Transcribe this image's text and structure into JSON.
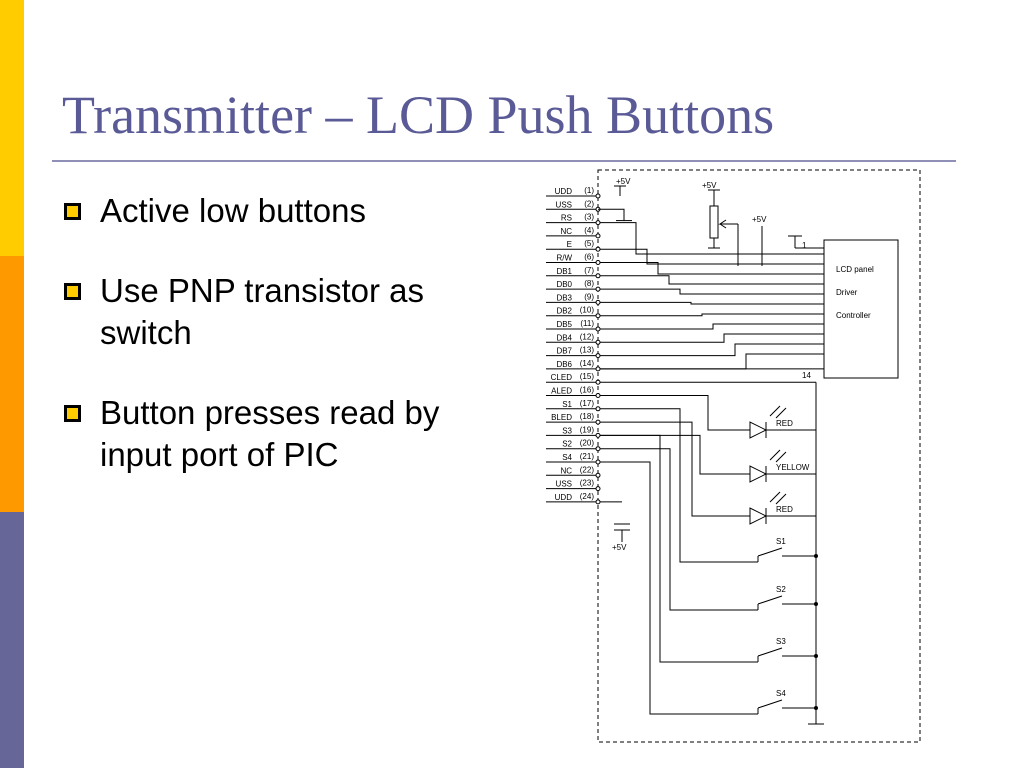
{
  "slide": {
    "title": "Transmitter – LCD Push Buttons",
    "bullets": [
      "Active low buttons",
      "Use PNP transistor as switch",
      "Button presses read by input port of PIC"
    ]
  },
  "colors": {
    "band_top": "#ffcc00",
    "band_middle": "#ff9900",
    "band_bottom": "#666699",
    "title": "#5a5a96"
  },
  "schematic": {
    "pins": [
      {
        "name": "UDD",
        "num": "(1)"
      },
      {
        "name": "USS",
        "num": "(2)"
      },
      {
        "name": "RS",
        "num": "(3)"
      },
      {
        "name": "NC",
        "num": "(4)"
      },
      {
        "name": "E",
        "num": "(5)"
      },
      {
        "name": "R/W",
        "num": "(6)"
      },
      {
        "name": "DB1",
        "num": "(7)"
      },
      {
        "name": "DB0",
        "num": "(8)"
      },
      {
        "name": "DB3",
        "num": "(9)"
      },
      {
        "name": "DB2",
        "num": "(10)"
      },
      {
        "name": "DB5",
        "num": "(11)"
      },
      {
        "name": "DB4",
        "num": "(12)"
      },
      {
        "name": "DB7",
        "num": "(13)"
      },
      {
        "name": "DB6",
        "num": "(14)"
      },
      {
        "name": "CLED",
        "num": "(15)"
      },
      {
        "name": "ALED",
        "num": "(16)"
      },
      {
        "name": "S1",
        "num": "(17)"
      },
      {
        "name": "BLED",
        "num": "(18)"
      },
      {
        "name": "S3",
        "num": "(19)"
      },
      {
        "name": "S2",
        "num": "(20)"
      },
      {
        "name": "S4",
        "num": "(21)"
      },
      {
        "name": "NC",
        "num": "(22)"
      },
      {
        "name": "USS",
        "num": "(23)"
      },
      {
        "name": "UDD",
        "num": "(24)"
      }
    ],
    "supply_labels": [
      "+5V",
      "+5V",
      "+5V",
      "+5V"
    ],
    "lcd_block_lines": [
      "LCD panel",
      "Driver",
      "Controller"
    ],
    "lcd_pin_labels": [
      "1",
      "14"
    ],
    "leds": [
      "RED",
      "YELLOW",
      "RED"
    ],
    "switches": [
      "S1",
      "S2",
      "S3",
      "S4"
    ]
  }
}
